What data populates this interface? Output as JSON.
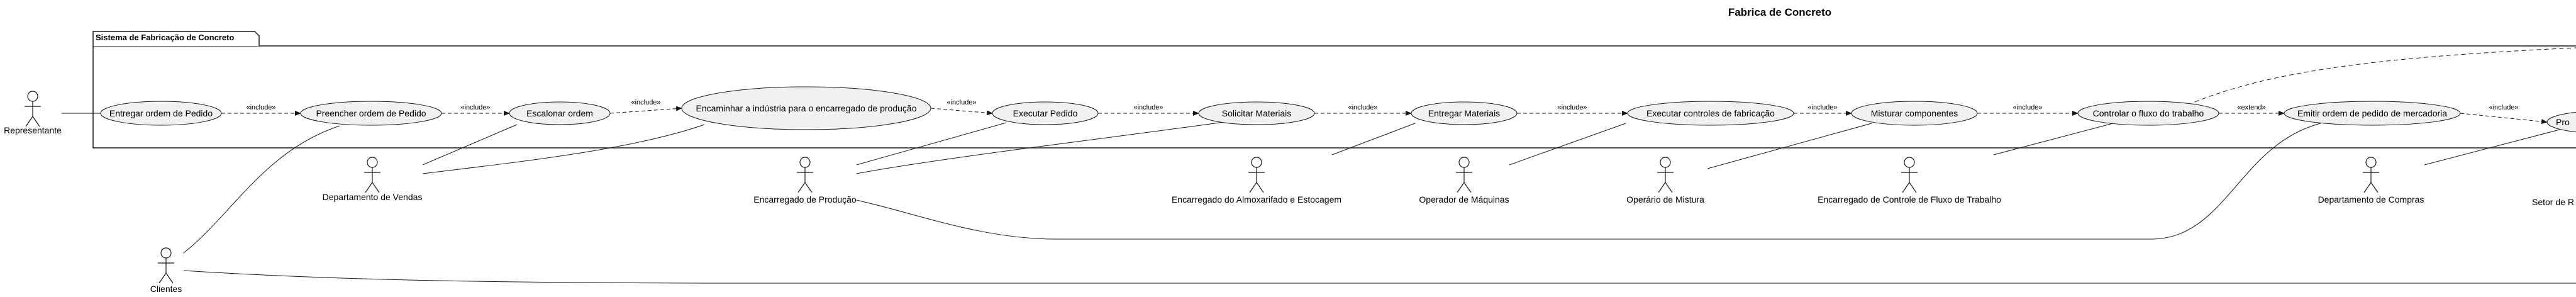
{
  "title": "Fabrica de Concreto",
  "system_boundary": {
    "label": "Sistema de Fabricação de Concreto"
  },
  "actors": [
    {
      "id": "representante",
      "label": "Representante"
    },
    {
      "id": "vendas",
      "label": "Departamento de Vendas"
    },
    {
      "id": "producao",
      "label": "Encarregado de Produção"
    },
    {
      "id": "almox",
      "label": "Encarregado do Almoxarifado e Estocagem"
    },
    {
      "id": "maquinas",
      "label": "Operador de Máquinas"
    },
    {
      "id": "mistura",
      "label": "Operário de Mistura"
    },
    {
      "id": "fluxo",
      "label": "Encarregado de Controle de Fluxo de Trabalho"
    },
    {
      "id": "compras",
      "label": "Departamento de Compras"
    },
    {
      "id": "setor",
      "label": "Setor de R"
    },
    {
      "id": "clientes",
      "label": "Clientes"
    }
  ],
  "use_cases": [
    {
      "id": "uc1",
      "label": "Entregar ordem de Pedido"
    },
    {
      "id": "uc2",
      "label": "Preencher ordem de Pedido"
    },
    {
      "id": "uc3",
      "label": "Escalonar ordem"
    },
    {
      "id": "uc4",
      "label": "Encaminhar a indústria para o encarregado de produção"
    },
    {
      "id": "uc5",
      "label": "Executar Pedido"
    },
    {
      "id": "uc6",
      "label": "Solicitar Materiais"
    },
    {
      "id": "uc7",
      "label": "Entregar Materiais"
    },
    {
      "id": "uc8",
      "label": "Executar controles de fabricação"
    },
    {
      "id": "uc9",
      "label": "Misturar componentes"
    },
    {
      "id": "uc10",
      "label": "Controlar o fluxo do trabalho"
    },
    {
      "id": "uc11",
      "label": "Emitir ordem de pedido de mercadoria"
    },
    {
      "id": "uc12",
      "label": "Pro"
    }
  ],
  "relations": [
    {
      "from": "uc1",
      "to": "uc2",
      "label": "«include»"
    },
    {
      "from": "uc2",
      "to": "uc3",
      "label": "«include»"
    },
    {
      "from": "uc3",
      "to": "uc4",
      "label": "«include»"
    },
    {
      "from": "uc4",
      "to": "uc5",
      "label": "«include»"
    },
    {
      "from": "uc5",
      "to": "uc6",
      "label": "«include»"
    },
    {
      "from": "uc6",
      "to": "uc7",
      "label": "«include»"
    },
    {
      "from": "uc7",
      "to": "uc8",
      "label": "«include»"
    },
    {
      "from": "uc8",
      "to": "uc9",
      "label": "«include»"
    },
    {
      "from": "uc9",
      "to": "uc10",
      "label": "«include»"
    },
    {
      "from": "uc10",
      "to": "uc11",
      "label": "«extend»"
    },
    {
      "from": "uc11",
      "to": "uc12",
      "label": "«include»"
    }
  ],
  "colors": {
    "line": "#181818",
    "usecase_fill": "#f1f1f1",
    "boundary_fill": "#ffffff",
    "text": "#000000"
  }
}
